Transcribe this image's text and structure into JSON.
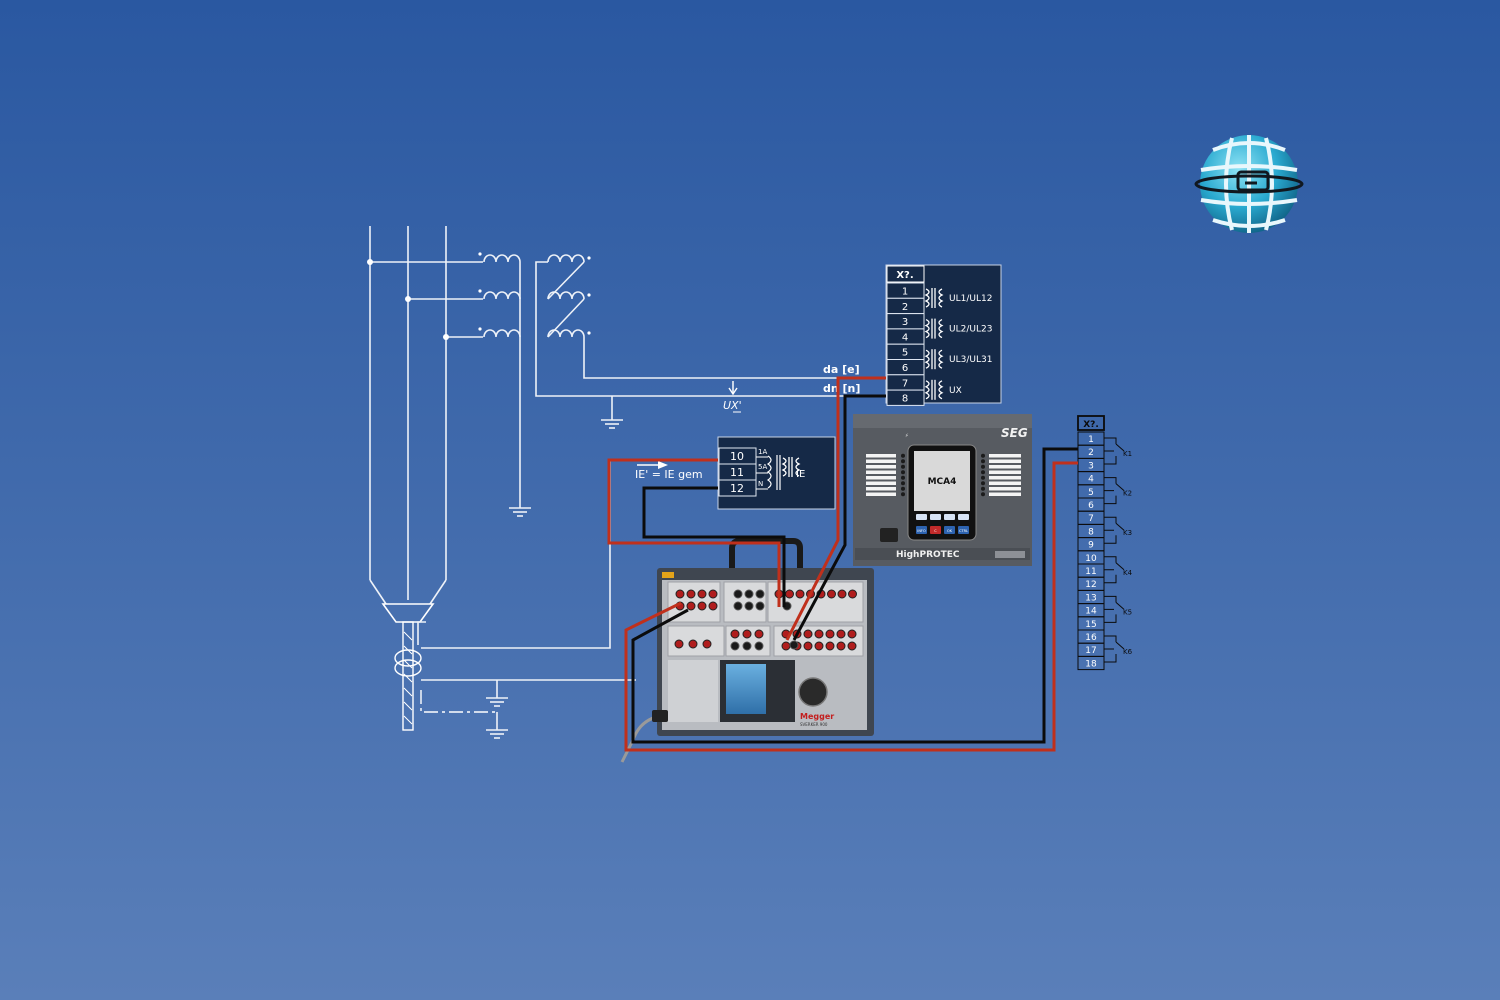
{
  "voltage_section": {
    "da_label": "da [e]",
    "dn_label": "dn [n]",
    "ux_measure_label": "UX'"
  },
  "terminal_x_top": {
    "header": "X?.",
    "terminals": [
      "1",
      "2",
      "3",
      "4",
      "5",
      "6",
      "7",
      "8"
    ],
    "inputs": [
      "UL1/UL12",
      "UL2/UL23",
      "UL3/UL31",
      "UX"
    ]
  },
  "current_input": {
    "terminals": [
      "10",
      "11",
      "12"
    ],
    "taps": [
      "1A",
      "5A",
      "N"
    ],
    "input_label": "IE",
    "formula": "IE' = IE gem"
  },
  "relay": {
    "brand": "SEG",
    "model": "MCA4",
    "series": "HighPROTEC",
    "keys": [
      "INFO",
      "C",
      "OK",
      "CTRL"
    ]
  },
  "test_set": {
    "brand": "Megger",
    "model": "SVERKER 900"
  },
  "terminal_x_right": {
    "header": "X?.",
    "terminals": [
      "1",
      "2",
      "3",
      "4",
      "5",
      "6",
      "7",
      "8",
      "9",
      "10",
      "11",
      "12",
      "13",
      "14",
      "15",
      "16",
      "17",
      "18"
    ],
    "contacts": [
      "K1",
      "K2",
      "K3",
      "K4",
      "K5",
      "K6"
    ]
  },
  "colors": {
    "background_top": "#2a58a1",
    "background_bottom": "#5a7fb9",
    "wire_red": "#c0301c",
    "wire_black": "#0b0b0b",
    "panel_dark": "#152947",
    "globe_cyan": "#2aaad0"
  },
  "icons": [
    "globe-logo-icon",
    "ground-icon",
    "arrow-right-icon",
    "transformer-symbol-icon",
    "contact-icon"
  ]
}
